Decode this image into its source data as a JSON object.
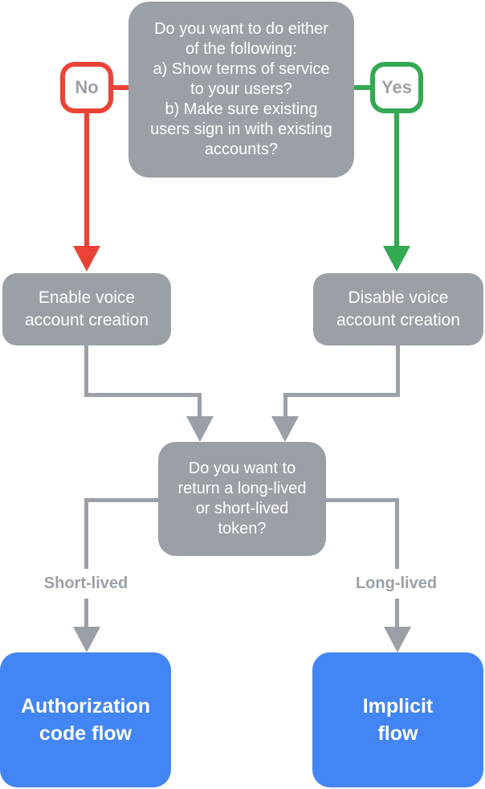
{
  "palette": {
    "node_gray": "#9AA0A6",
    "result_blue": "#4285F4",
    "no_red": "#EA4335",
    "yes_green": "#34A853",
    "badge_text_gray": "#9AA0A6",
    "node_text": "#FFFFFF",
    "background": "#FFFFFF"
  },
  "diagram": {
    "top_question": "Do you want to do either\nof the following:\na) Show terms of service\nto your users?\nb) Make sure existing\nusers sign in with existing\naccounts?",
    "no_label": "No",
    "yes_label": "Yes",
    "enable_box": "Enable voice\naccount creation",
    "disable_box": "Disable voice\naccount creation",
    "token_question": "Do you want to\nreturn a long-lived\nor short-lived\ntoken?",
    "short_lived_label": "Short-lived",
    "long_lived_label": "Long-lived",
    "authorization_box": "Authorization\ncode flow",
    "implicit_box": "Implicit\nflow"
  }
}
